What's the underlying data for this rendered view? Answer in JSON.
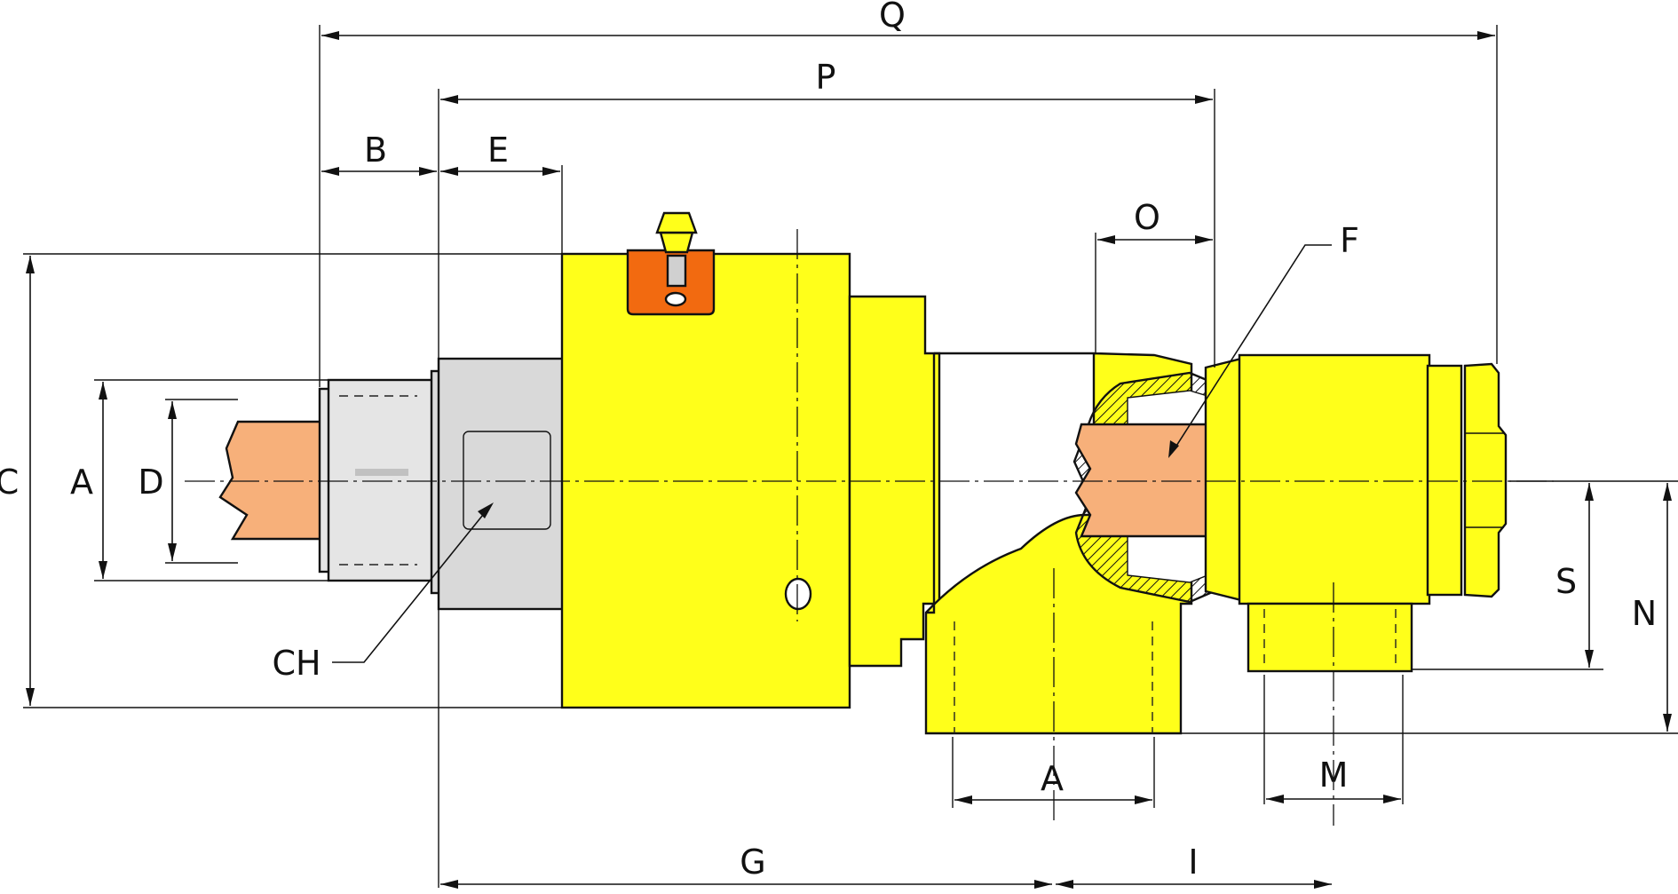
{
  "colors": {
    "body": "#ffff1a",
    "pipe": "#f7b07a",
    "nut": "#d9d9d9",
    "clip": "#f26a10",
    "line": "#111111"
  },
  "labels": {
    "Q": "Q",
    "P": "P",
    "B": "B",
    "E": "E",
    "O": "O",
    "F": "F",
    "C": "C",
    "A_left": "A",
    "D": "D",
    "CH": "CH",
    "S": "S",
    "N": "N",
    "A_bottom": "A",
    "M": "M",
    "G": "G",
    "I": "I"
  }
}
